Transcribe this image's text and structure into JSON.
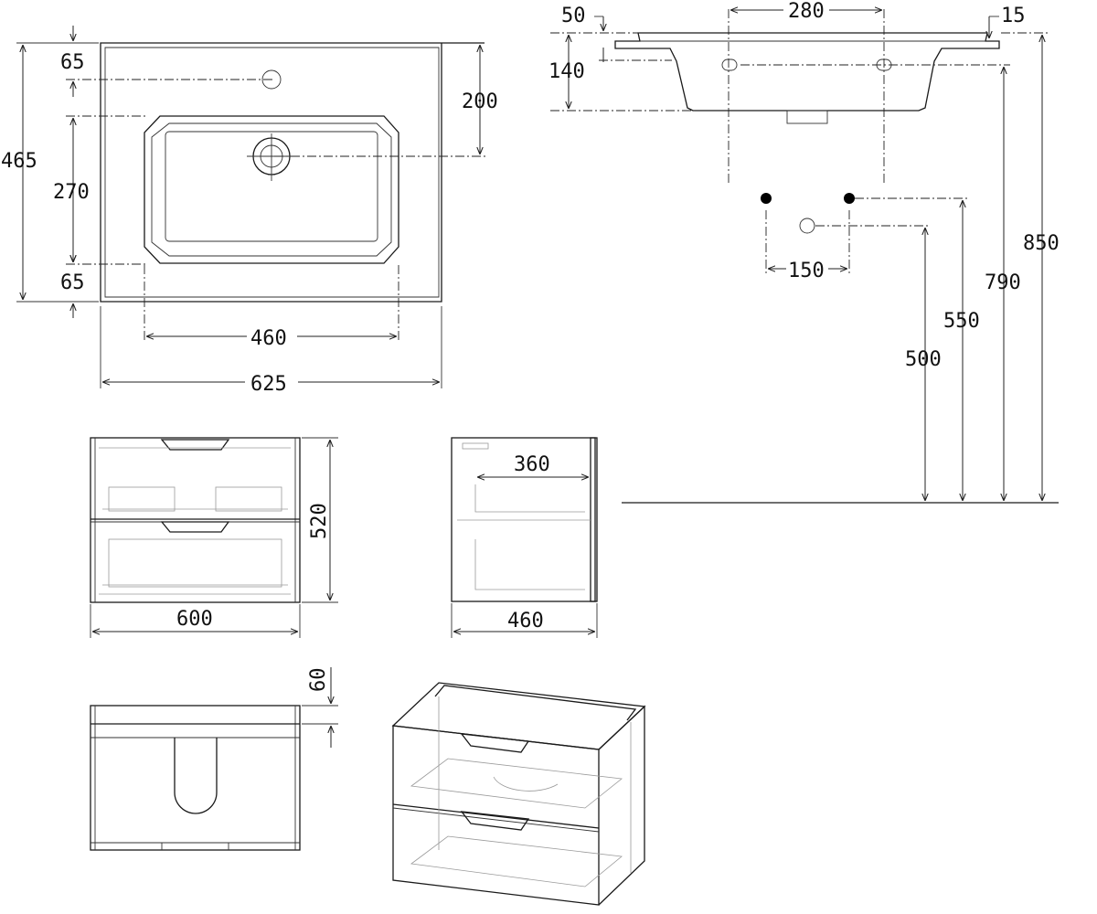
{
  "top_view": {
    "width_total": "625",
    "bowl_width": "460",
    "depth_total": "465",
    "hole_offset": "65",
    "bowl_length": "270",
    "front_rim": "65",
    "drain_offset": "200"
  },
  "side_section": {
    "hole_spacing": "280",
    "rim_thickness": "15",
    "deck_height": "50",
    "bowl_depth": "140"
  },
  "installation": {
    "water_spacing": "150",
    "drain_height": "500",
    "water_height": "550",
    "rim_height_bottom": "790",
    "rim_height_top": "850"
  },
  "cabinet_front": {
    "width": "600",
    "height": "520"
  },
  "cabinet_side": {
    "depth": "460",
    "inner_depth": "360"
  },
  "cabinet_top": {
    "recess": "60"
  }
}
